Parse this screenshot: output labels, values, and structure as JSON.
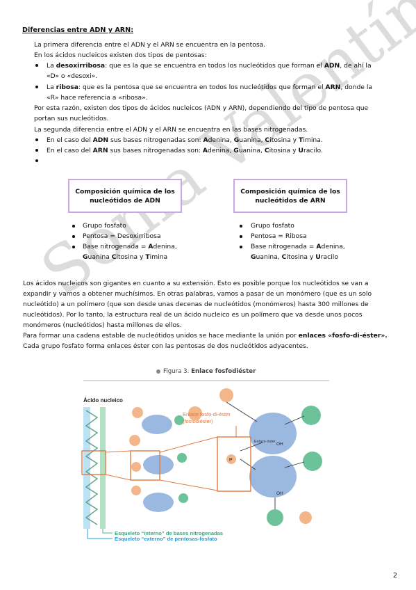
{
  "heading": "Diferencias entre ADN y ARN:",
  "para1": "La primera diferencia entre el ADN y el ARN se encuentra en la pentosa.",
  "para2": "En los ácidos nucleicos existen dos tipos de pentosas:",
  "bullet1": {
    "pre": "La ",
    "bold": "desoxirribosa",
    "mid": ": que es la que se encuentra en todos los nucleótidos que forman el ",
    "bold2": "ADN",
    "post": ", de ahí la",
    "line2": "«D» o «desoxi»."
  },
  "bullet2": {
    "pre": "La ",
    "bold": "ribosa",
    "mid": ": que es la pentosa que se encuentra en todos los nucleótidos que forman el ",
    "bold2": "ARN",
    "post": ", donde la",
    "line2": "«R» hace referencia a «ribosa»."
  },
  "para3a": "Por esta razón, existen dos tipos de ácidos nucleicos (ADN y ARN), dependiendo del tipo de pentosa que",
  "para3b": "portan sus nucleótidos.",
  "para4": "La segunda diferencia entre el ADN y el ARN se encuentra en las bases nitrogenadas.",
  "bullet3": {
    "pre": "En el caso del ",
    "bold": "ADN",
    "mid": " sus bases nitrogenadas son: ",
    "bases": [
      [
        "A",
        "denina, "
      ],
      [
        "G",
        "uanina, "
      ],
      [
        "C",
        "itosina y "
      ],
      [
        "T",
        "imina."
      ]
    ]
  },
  "bullet4": {
    "pre": "En el caso del ",
    "bold": "ARN",
    "mid": " sus bases nitrogenadas son: ",
    "bases": [
      [
        "A",
        "denina, "
      ],
      [
        "G",
        "uanina, "
      ],
      [
        "C",
        "itosina y "
      ],
      [
        "U",
        "racilo."
      ]
    ]
  },
  "box_adn": {
    "line1": "Composición química de los",
    "line2": "nucleótidos de ADN"
  },
  "box_arn": {
    "line1": "Composición química de los",
    "line2": "nucleótidos de ARN"
  },
  "list_adn": {
    "item1": "Grupo fosfato",
    "item2": "Pentosa = Desoxirribosa",
    "item3a": "Base nitrogenada = ",
    "item3b": [
      [
        "A",
        "denina,"
      ]
    ],
    "item3c": [
      [
        "G",
        "uanina "
      ],
      [
        "C",
        "itosina y "
      ],
      [
        "T",
        "imina"
      ]
    ]
  },
  "list_arn": {
    "item1": "Grupo fosfato",
    "item2": "Pentosa = Ribosa",
    "item3a": "Base nitrogenada = ",
    "item3b": [
      [
        "A",
        "denina,"
      ]
    ],
    "item3c": [
      [
        "G",
        "uanina, "
      ],
      [
        "C",
        "itosina y "
      ],
      [
        "U",
        "racilo"
      ]
    ]
  },
  "para5": [
    "Los ácidos nucleicos son gigantes en cuanto a su extensión. Esto es posible porque los nucleótidos se van a",
    "expandir y vamos a obtener muchísimos. En otras palabras, vamos a pasar de un monómero (que es un solo",
    "nucleótido) a un polímero (que son desde unas decenas de nucleótidos (monómeros) hasta 300 millones de",
    "nucleótidos). Por lo tanto, la estructura real de un ácido nucleico es un polímero que va desde unos pocos",
    "monómeros (nucleótidos) hasta millones de ellos."
  ],
  "para6a": "Para formar una cadena estable de nucleótidos unidos se hace mediante la unión por ",
  "para6b": "enlaces «fosfo-di-éster».",
  "para7": "Cada grupo fosfato forma enlaces éster con las pentosas de dos nucleótidos adyacentes.",
  "figure": {
    "title_prefix": "Figura 3.",
    "title": "Enlace fosfodiéster",
    "label_acido": "Ácido nucleico",
    "label_enlace1": "Enlace fosfo-di-éster",
    "label_enlace2": "(fosfodiéster)",
    "label_esq_int": "Esqueleto “interno” de bases nitrogenadas",
    "label_esq_ext": "Esqueleto “externo” de pentosas-fosfato",
    "label_oh": "OH",
    "label_p": "P",
    "label_enlace_ester": "Enlace éster",
    "colors": {
      "orange": "#f0a070",
      "blue": "#9bb8e0",
      "green": "#6cc39a",
      "cyan": "#4bb3e0",
      "frame": "#e07a40"
    }
  },
  "watermark": "Sonia Valentín García",
  "page_number": "2"
}
